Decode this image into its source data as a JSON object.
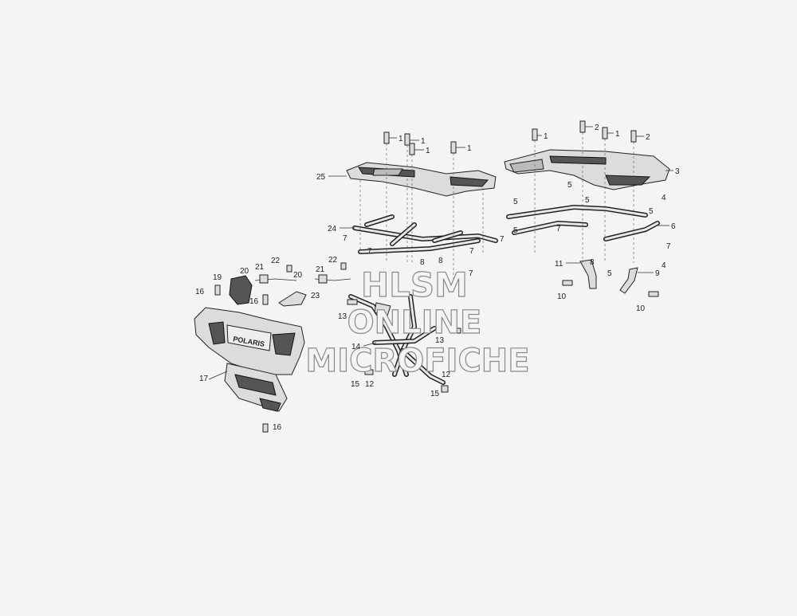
{
  "watermark": {
    "line1": "HLSM",
    "line2": "ONLINE",
    "line3": "MICROFICHE"
  },
  "callouts": {
    "c1a": "1",
    "c1b": "1",
    "c1c": "1",
    "c1d": "1",
    "c1e": "1",
    "c1f": "1",
    "c2a": "2",
    "c2b": "2",
    "c3": "3",
    "c4a": "4",
    "c4b": "4",
    "c5a": "5",
    "c5b": "5",
    "c5c": "5",
    "c5d": "5",
    "c5e": "5",
    "c5f": "5",
    "c6": "6",
    "c7a": "7",
    "c7b": "7",
    "c7c": "7",
    "c7d": "7",
    "c7e": "7",
    "c7f": "7",
    "c7g": "7",
    "c8a": "8",
    "c8b": "8",
    "c8c": "8",
    "c9": "9",
    "c10a": "10",
    "c10b": "10",
    "c11": "11",
    "c12a": "12",
    "c12b": "12",
    "c13a": "13",
    "c13b": "13",
    "c14": "14",
    "c15a": "15",
    "c15b": "15",
    "c16a": "16",
    "c16b": "16",
    "c16c": "16",
    "c17": "17",
    "c19": "19",
    "c20a": "20",
    "c20b": "20",
    "c21a": "21",
    "c21b": "21",
    "c22a": "22",
    "c22b": "22",
    "c23": "23",
    "c24": "24",
    "c25": "25"
  },
  "parts": {
    "front_rack": "front-rack-25",
    "rear_rack": "rear-rack-3",
    "front_rack_tube": "front-rack-tube-24",
    "rear_rack_tube": "rear-rack-tube-6",
    "front_bumper": "front-bumper-17",
    "bumper_frame": "bumper-frame-14"
  }
}
